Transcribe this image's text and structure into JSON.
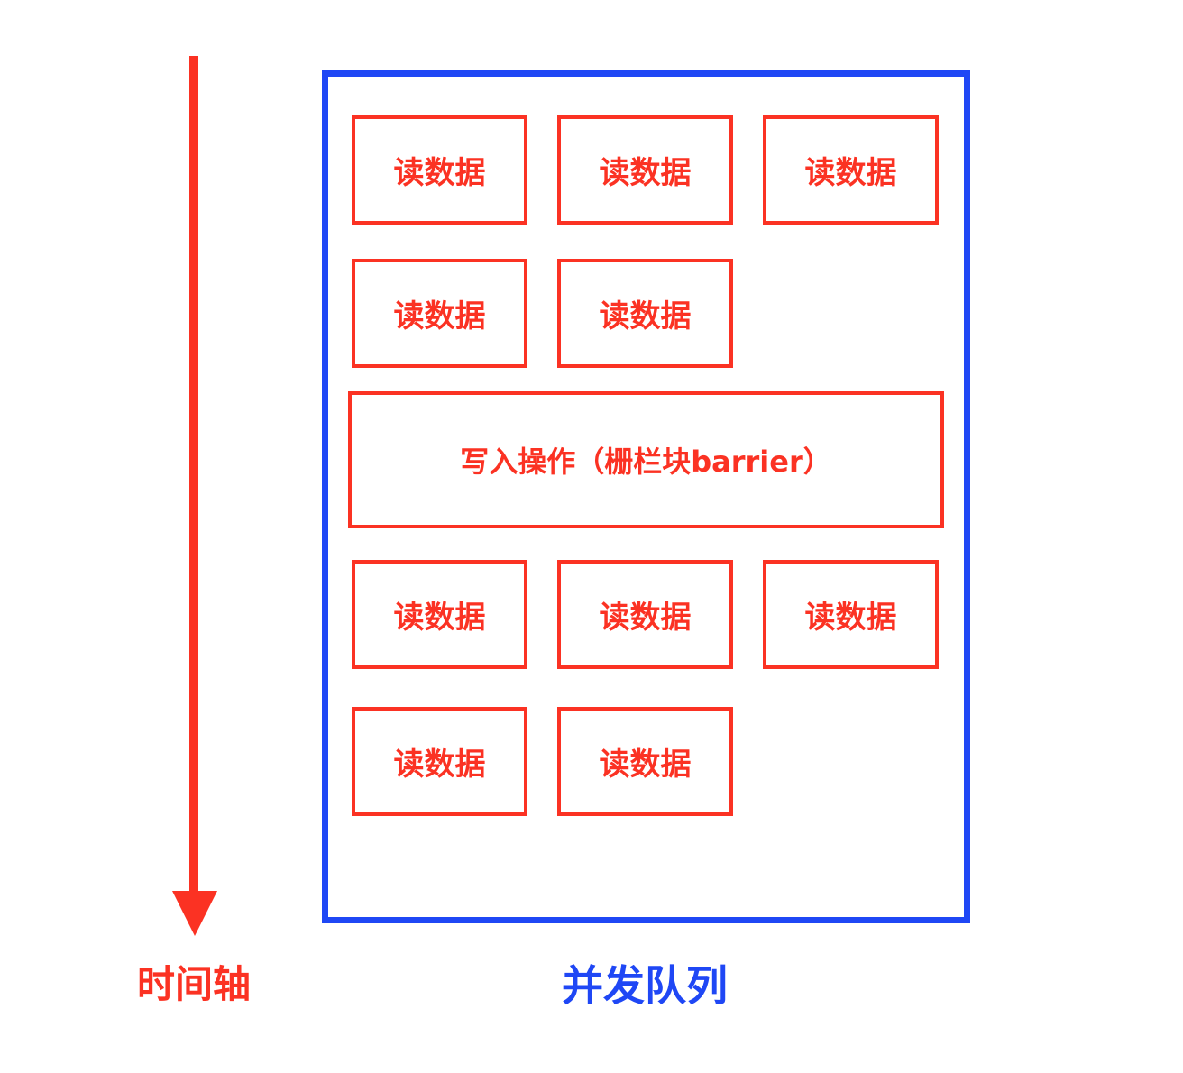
{
  "timeline": {
    "label": "时间轴"
  },
  "queue": {
    "label": "并发队列",
    "tasks_before": [
      {
        "label": "读数据"
      },
      {
        "label": "读数据"
      },
      {
        "label": "读数据"
      },
      {
        "label": "读数据"
      },
      {
        "label": "读数据"
      }
    ],
    "barrier": {
      "label": "写入操作（栅栏块barrier）"
    },
    "tasks_after": [
      {
        "label": "读数据"
      },
      {
        "label": "读数据"
      },
      {
        "label": "读数据"
      },
      {
        "label": "读数据"
      },
      {
        "label": "读数据"
      }
    ]
  },
  "colors": {
    "timeline": "#fb3223",
    "task": "#fb3223",
    "queue": "#1f47f5"
  }
}
